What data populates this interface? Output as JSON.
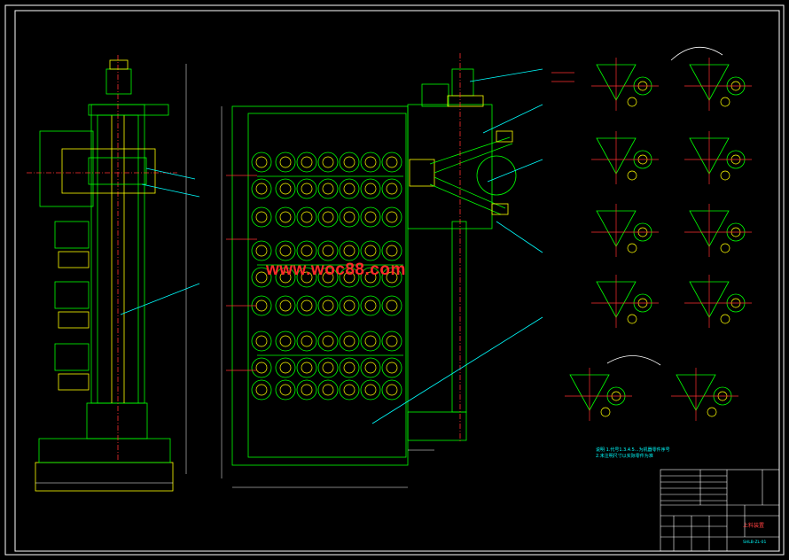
{
  "watermark": "www.woc88.com",
  "notes": {
    "line1": "说明  1.代号1.3.4.5...为机器零件序号",
    "line2": "2.未注明尺寸以实际零件为准"
  },
  "title_block": {
    "drawing_name": "上料装置",
    "drawing_no": "SHLB-ZL-01"
  },
  "colors": {
    "frame": "#ffffff",
    "outline": "#00ff00",
    "detail": "#ffff00",
    "center": "#ff3030",
    "leader": "#00ffff",
    "watermark": "#ff2a2a"
  }
}
